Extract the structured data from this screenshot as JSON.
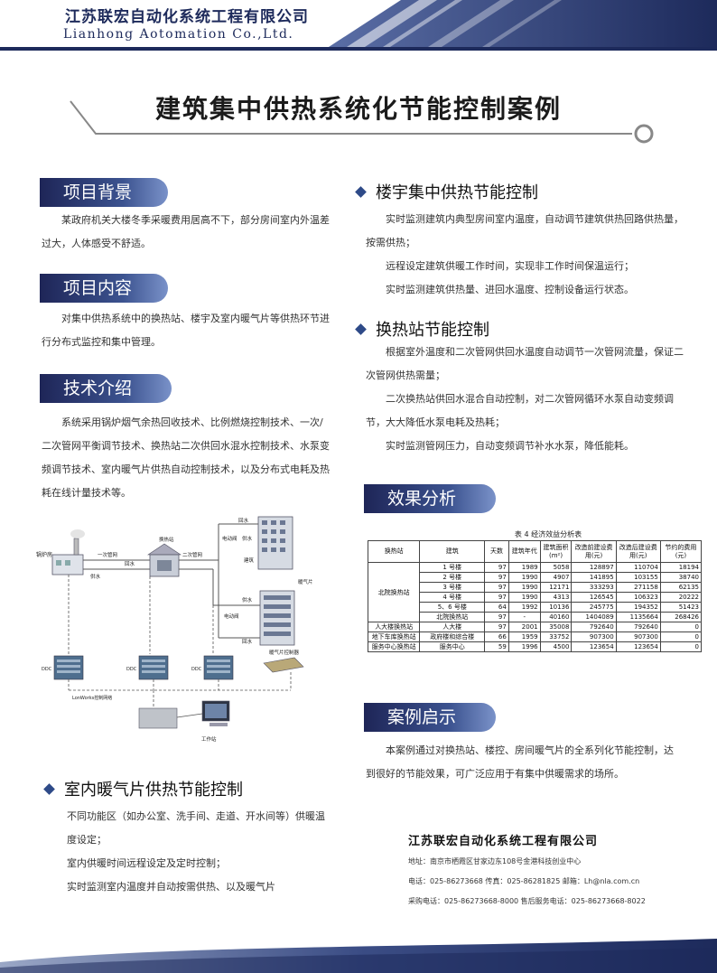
{
  "header": {
    "company_cn": "江苏联宏自动化系统工程有限公司",
    "company_en": "Lianhong Aotomation Co.,Ltd."
  },
  "title": "建筑集中供热系统化节能控制案例",
  "sections": {
    "background": {
      "label": "项目背景",
      "text": "某政府机关大楼冬季采暖费用居高不下，部分房间室内外温差过大，人体感受不舒适。"
    },
    "content": {
      "label": "项目内容",
      "text": "对集中供热系统中的换热站、楼宇及室内暖气片等供热环节进行分布式监控和集中管理。"
    },
    "tech": {
      "label": "技术介绍",
      "text": "系统采用锅炉烟气余热回收技术、比例燃烧控制技术、一次/二次管网平衡调节技术、换热站二次供回水混水控制技术、水泵变频调节技术、室内暖气片供热自动控制技术，以及分布式电耗及热耗在线计量技术等。"
    },
    "building": {
      "label": "楼宇集中供热节能控制",
      "lines": [
        "实时监测建筑内典型房间室内温度，自动调节建筑供热回路供热量，按需供热；",
        "远程设定建筑供暖工作时间，实现非工作时间保温运行；",
        "实时监测建筑供热量、进回水温度、控制设备运行状态。"
      ]
    },
    "station": {
      "label": "换热站节能控制",
      "lines": [
        "根据室外温度和二次管网供回水温度自动调节一次管网流量，保证二次管网供热需量；",
        "二次换热站供回水混合自动控制，对二次管网循环水泵自动变频调节，大大降低水泵电耗及热耗；",
        "实时监测管网压力，自动变频调节补水水泵，降低能耗。"
      ]
    },
    "effect": {
      "label": "效果分析"
    },
    "insight": {
      "label": "案例启示",
      "text": "本案例通过对换热站、楼控、房间暖气片的全系列化节能控制，达到很好的节能效果，可广泛应用于有集中供暖需求的场所。"
    },
    "radiator": {
      "label": "室内暖气片供热节能控制",
      "lines": [
        "不同功能区（如办公室、洗手间、走道、开水间等）供暖温度设定；",
        "室内供暖时间远程设定及定时控制；",
        "实时监测室内温度并自动按需供热、以及暖气片"
      ]
    }
  },
  "diagram": {
    "labels": {
      "boiler": "锅炉房",
      "primary_net": "一次管网",
      "return_water": "回水",
      "supply_water": "供水",
      "station": "换热站",
      "secondary_net": "二次管网",
      "motor_valve_1": "电动阀",
      "motor_valve_2": "电动阀",
      "return_1": "回水",
      "supply_1": "供水",
      "building": "建筑",
      "radiator": "暖气片",
      "supply_2": "供水",
      "return_2": "回水",
      "radiator_ctrl": "暖气片控制器",
      "ddc_1": "DDC",
      "ddc_2": "DDC",
      "ddc_3": "DDC",
      "lonworks": "LonWorks控制网络",
      "workstation": "工作站"
    }
  },
  "table": {
    "caption": "表 4  经济效益分析表",
    "headers": [
      "换热站",
      "建筑",
      "天数",
      "建筑年代",
      "建筑面积(m²)",
      "改造前建设费用(元)",
      "改造后建设费用(元)",
      "节约的费用(元)"
    ],
    "group": "北院换热站",
    "rows": [
      [
        "1 号楼",
        "97",
        "1989",
        "5058",
        "128897",
        "110704",
        "18194"
      ],
      [
        "2 号楼",
        "97",
        "1990",
        "4907",
        "141895",
        "103155",
        "38740"
      ],
      [
        "3 号楼",
        "97",
        "1990",
        "12171",
        "333293",
        "271158",
        "62135"
      ],
      [
        "4 号楼",
        "97",
        "1990",
        "4313",
        "126545",
        "106323",
        "20222"
      ],
      [
        "5、6 号楼",
        "64",
        "1992",
        "10136",
        "245775",
        "194352",
        "51423"
      ],
      [
        "北院换热站",
        "97",
        "-",
        "40160",
        "1404089",
        "1135664",
        "268426"
      ]
    ],
    "others": [
      [
        "人大楼换热站",
        "人大楼",
        "97",
        "2001",
        "35008",
        "792640",
        "792640",
        "0"
      ],
      [
        "地下车库换热站",
        "政府楼和综合楼",
        "66",
        "1959",
        "33752",
        "907300",
        "907300",
        "0"
      ],
      [
        "服务中心换热站",
        "服务中心",
        "59",
        "1996",
        "4500",
        "123654",
        "123654",
        "0"
      ]
    ]
  },
  "footer": {
    "company": "江苏联宏自动化系统工程有限公司",
    "address": "地址：南京市栖霞区甘家边东108号金港科技创业中心",
    "contact": "电话：025-86273668   传真：025-86281825   邮箱：Lh@nla.com.cn",
    "sales": "采购电话：025-86273668-8000   售后服务电话：025-86273668-8022"
  }
}
